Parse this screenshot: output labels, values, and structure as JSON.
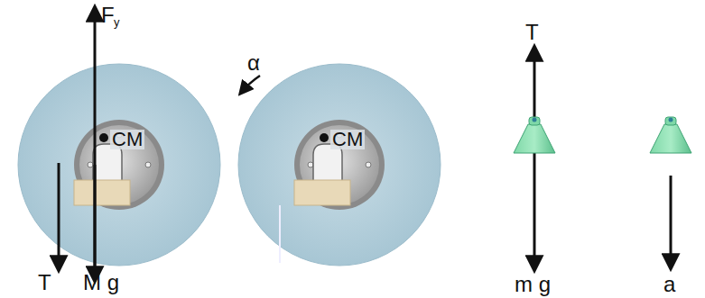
{
  "diagram": {
    "labels": [
      "F",
      "y",
      "T",
      "M g",
      "CM",
      "α",
      "CM",
      "T",
      "m g",
      "a"
    ]
  }
}
